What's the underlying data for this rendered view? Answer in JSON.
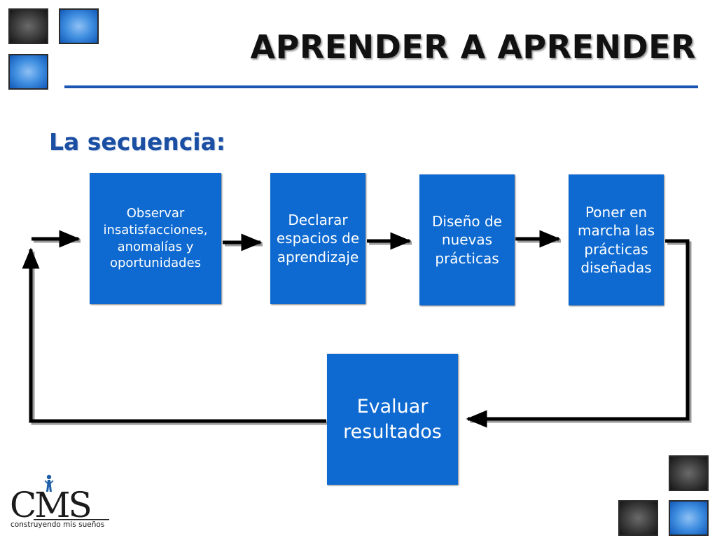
{
  "title": "APRENDER A APRENDER",
  "subtitle": "La secuencia:",
  "steps": [
    {
      "text": "Observar insatisfacciones, anomalías y oportunidades"
    },
    {
      "text": "Declarar espacios de aprendizaje"
    },
    {
      "text": "Diseño de nuevas prácticas"
    },
    {
      "text": "Poner en marcha las prácticas diseñadas"
    },
    {
      "text": "Evaluar resultados"
    }
  ],
  "logo": {
    "wordmark": "CMS",
    "tagline": "construyendo mis sueños"
  },
  "colors": {
    "accent": "#1a55b3",
    "box": "#0e6ad0",
    "arrow": "#000000"
  }
}
